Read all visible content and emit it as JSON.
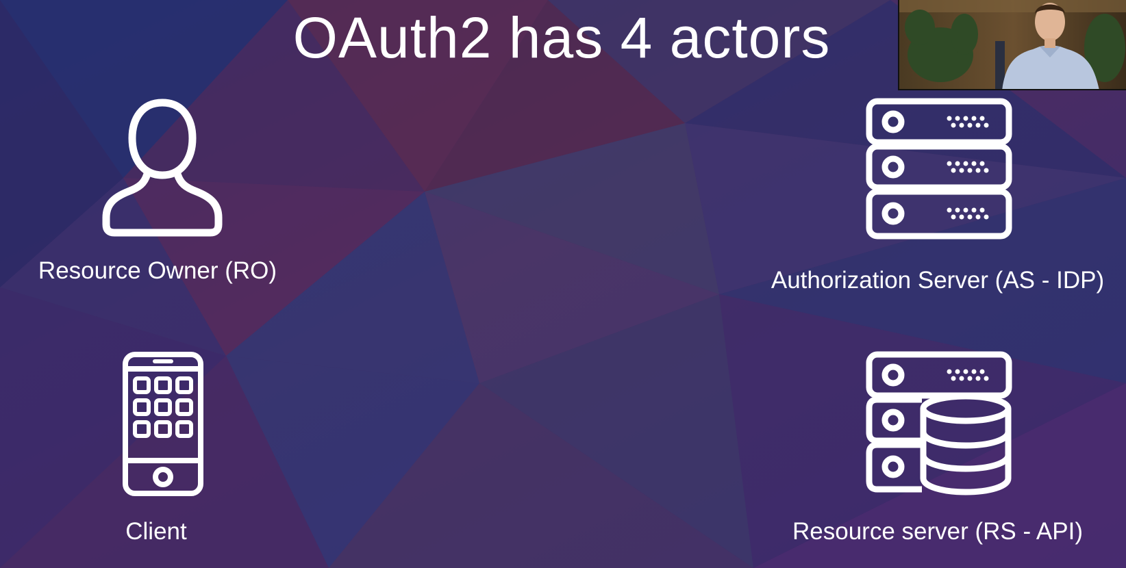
{
  "slide": {
    "title": "OAuth2 has 4 actors",
    "background_colors": [
      "#2a2f6e",
      "#5a2a55",
      "#3d3a6e",
      "#4a2e6a",
      "#2f3a78"
    ]
  },
  "actors": {
    "resource_owner": {
      "label": "Resource Owner (RO)",
      "icon": "person-icon"
    },
    "authorization_server": {
      "label": "Authorization Server (AS - IDP)",
      "icon": "server-rack-icon"
    },
    "client": {
      "label": "Client",
      "icon": "mobile-phone-icon"
    },
    "resource_server": {
      "label": "Resource server (RS - API)",
      "icon": "server-database-icon"
    }
  },
  "webcam": {
    "description_icon": "speaker-video-feed"
  }
}
